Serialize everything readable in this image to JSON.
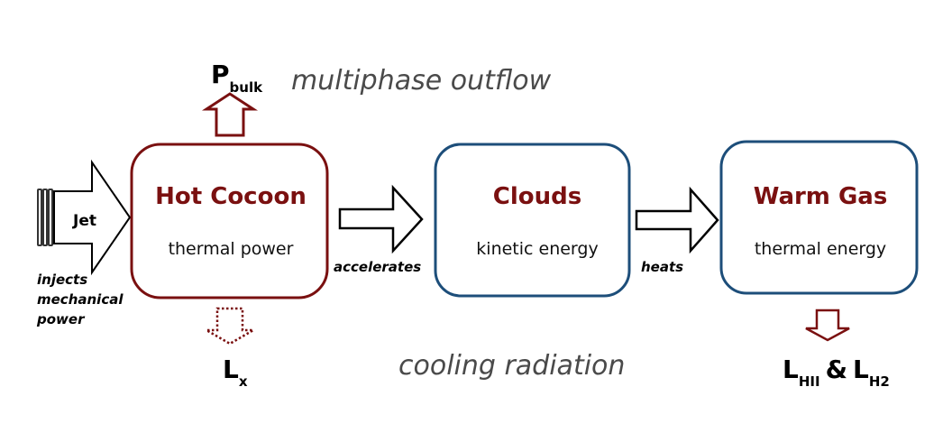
{
  "jet": {
    "label": "Jet",
    "note": [
      "injects",
      "mechanical",
      "power"
    ]
  },
  "nodes": [
    {
      "title": "Hot Cocoon",
      "subtitle": "thermal power",
      "border": "#7a1010"
    },
    {
      "title": "Clouds",
      "subtitle": "kinetic energy",
      "border": "#1d4e7a"
    },
    {
      "title": "Warm Gas",
      "subtitle": "thermal energy",
      "border": "#1d4e7a"
    }
  ],
  "edges": [
    {
      "from": "Hot Cocoon",
      "to": "Clouds",
      "label": "accelerates"
    },
    {
      "from": "Clouds",
      "to": "Warm Gas",
      "label": "heats"
    }
  ],
  "outflow": {
    "symbol": "P",
    "subscript": "bulk",
    "caption": "multiphase outflow"
  },
  "cooling": {
    "symbol": "L",
    "subscript": "x",
    "caption": "cooling radiation"
  },
  "warm_out": {
    "symbol1": "L",
    "sub1": "HII",
    "amp": "&",
    "symbol2": "L",
    "sub2": "H2"
  },
  "colors": {
    "accent_red": "#7a1010",
    "accent_blue": "#1d4e7a",
    "caption_gray": "#4a4a4a"
  }
}
